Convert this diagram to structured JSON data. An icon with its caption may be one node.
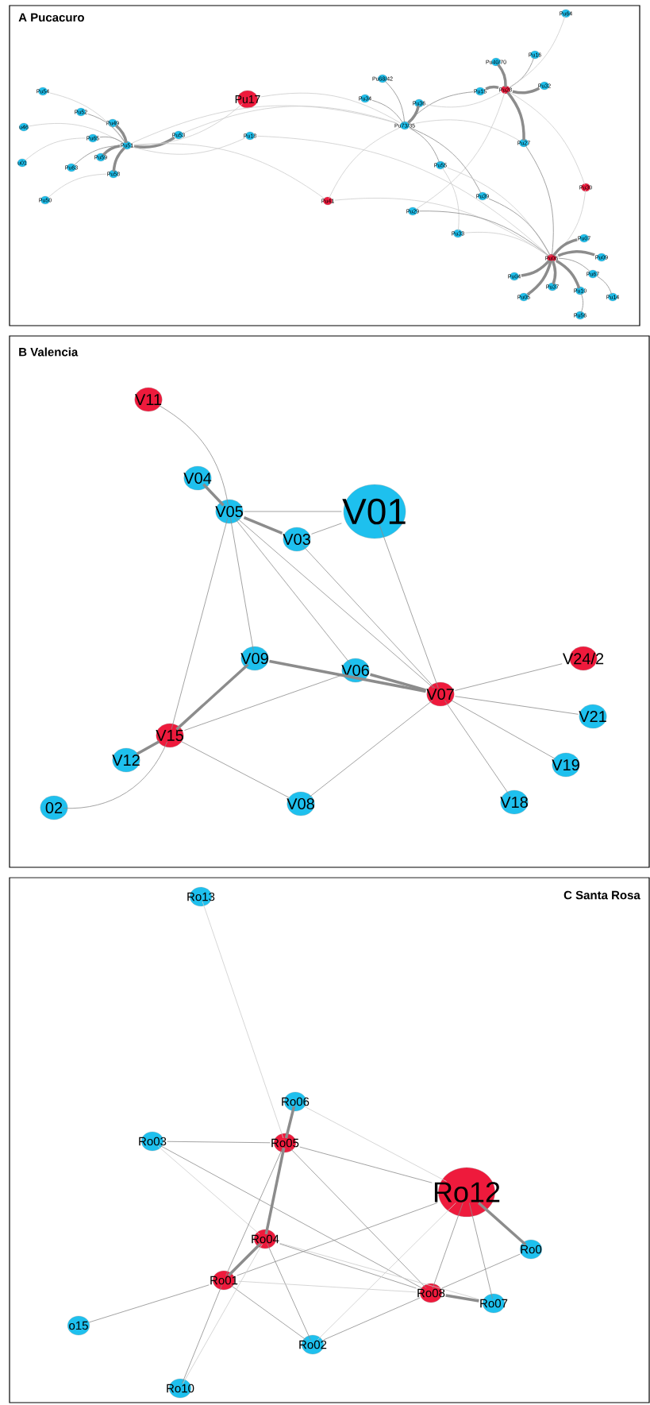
{
  "diagram": {
    "nodes": [
      {
        "text": [
          "A Pucacuro"
        ]
      },
      {
        "text": [
          "Pu54"
        ],
        "in": 0
      },
      {
        "text": [
          "Pu52"
        ],
        "in": 0
      },
      {
        "text": [
          "u46"
        ],
        "in": 0
      },
      {
        "text": [
          "Pu49"
        ],
        "in": 0
      },
      {
        "text": [
          "Pu65"
        ],
        "in": 0
      },
      {
        "text": [
          "Pu51"
        ],
        "in": 0
      },
      {
        "text": [
          "Pu53"
        ],
        "in": 0
      },
      {
        "text": [
          "Pu17"
        ],
        "in": 0
      },
      {
        "text": [
          "Pu18"
        ],
        "in": 0
      },
      {
        "text": [
          "u01"
        ],
        "in": 0
      },
      {
        "text": [
          "Pu59"
        ],
        "in": 0
      },
      {
        "text": [
          "Pu63"
        ],
        "in": 0
      },
      {
        "text": [
          "Pu58"
        ],
        "in": 0
      },
      {
        "text": [
          "Pu50"
        ],
        "in": 0
      },
      {
        "text": [
          "Pu41"
        ],
        "in": 0
      },
      {
        "text": [
          "Pu64"
        ],
        "in": 0
      },
      {
        "text": [
          "Pu16"
        ],
        "in": 0
      },
      {
        "text": [
          "Pu40/70"
        ],
        "in": 0
      },
      {
        "text": [
          "Pu68/42"
        ],
        "in": 0
      },
      {
        "text": [
          "Pu34"
        ],
        "in": 0
      },
      {
        "text": [
          "Pu36"
        ],
        "in": 0
      },
      {
        "text": [
          "Pu15"
        ],
        "in": 0
      },
      {
        "text": [
          "Pu28"
        ],
        "in": 0
      },
      {
        "text": [
          "Pu32"
        ],
        "in": 0
      },
      {
        "text": [
          "Pu73/35"
        ],
        "in": 0
      },
      {
        "text": [
          "Pu27"
        ],
        "in": 0
      },
      {
        "text": [
          "Pu55"
        ],
        "in": 0
      },
      {
        "text": [
          "Pu39"
        ],
        "in": 0
      },
      {
        "text": [
          "Pu30"
        ],
        "in": 0
      },
      {
        "text": [
          "Pu29"
        ],
        "in": 0
      },
      {
        "text": [
          "Pu33"
        ],
        "in": 0
      },
      {
        "text": [
          "Pu07"
        ],
        "in": 0
      },
      {
        "text": [
          "Pu06"
        ],
        "in": 0
      },
      {
        "text": [
          "Pu09"
        ],
        "in": 0
      },
      {
        "text": [
          "Pu04"
        ],
        "in": 0
      },
      {
        "text": [
          "Pu67"
        ],
        "in": 0
      },
      {
        "text": [
          "Pu37"
        ],
        "in": 0
      },
      {
        "text": [
          "Pu10"
        ],
        "in": 0
      },
      {
        "text": [
          "Pu05"
        ],
        "in": 0
      },
      {
        "text": [
          "Pu14"
        ],
        "in": 0
      },
      {
        "text": [
          "Pu56"
        ],
        "in": 0
      },
      {
        "text": [
          "B Valencia"
        ]
      },
      {
        "text": [
          "V11"
        ],
        "in": 42
      },
      {
        "text": [
          "V04"
        ],
        "in": 42
      },
      {
        "text": [
          "V05"
        ],
        "in": 42
      },
      {
        "text": [
          "V01"
        ],
        "in": 42
      },
      {
        "text": [
          "V03"
        ],
        "in": 42
      },
      {
        "text": [
          "V09"
        ],
        "in": 42
      },
      {
        "text": [
          "V06"
        ],
        "in": 42
      },
      {
        "text": [
          "V24/2"
        ],
        "in": 42
      },
      {
        "text": [
          "V07"
        ],
        "in": 42
      },
      {
        "text": [
          "V21"
        ],
        "in": 42
      },
      {
        "text": [
          "V15"
        ],
        "in": 42
      },
      {
        "text": [
          "V12"
        ],
        "in": 42
      },
      {
        "text": [
          "V19"
        ],
        "in": 42
      },
      {
        "text": [
          "02"
        ],
        "in": 42
      },
      {
        "text": [
          "V08"
        ],
        "in": 42
      },
      {
        "text": [
          "V18"
        ],
        "in": 42
      },
      {
        "text": [
          "C Santa Rosa"
        ]
      },
      {
        "text": [
          "Ro13"
        ],
        "in": 59
      },
      {
        "text": [
          "Ro06"
        ],
        "in": 59
      },
      {
        "text": [
          "Ro03"
        ],
        "in": 59
      },
      {
        "text": [
          "Ro05"
        ],
        "in": 59
      },
      {
        "text": [
          "Ro12"
        ],
        "in": 59
      },
      {
        "text": [
          "Ro04"
        ],
        "in": 59
      },
      {
        "text": [
          "Ro0"
        ],
        "in": 59
      },
      {
        "text": [
          "Ro01"
        ],
        "in": 59
      },
      {
        "text": [
          "Ro08"
        ],
        "in": 59
      },
      {
        "text": [
          "Ro07"
        ],
        "in": 59
      },
      {
        "text": [
          "o15"
        ],
        "in": 59
      },
      {
        "text": [
          "Ro02"
        ],
        "in": 59
      },
      {
        "text": [
          "Ro10"
        ],
        "in": 59
      }
    ],
    "edges": [
      {
        "from": 1,
        "to": 6,
        "arrow": "none",
        "color": "#cccccc"
      },
      {
        "from": 2,
        "to": 6,
        "arrow": "none"
      },
      {
        "from": 3,
        "to": 6,
        "arrow": "none",
        "color": "#cccccc"
      },
      {
        "from": 4,
        "to": 6,
        "arrow": "none",
        "style": "thick"
      },
      {
        "from": 5,
        "to": 6,
        "arrow": "none"
      },
      {
        "from": 10,
        "to": 5,
        "arrow": "none",
        "color": "#cccccc"
      },
      {
        "from": 11,
        "to": 6,
        "arrow": "none",
        "style": "thick"
      },
      {
        "from": 12,
        "to": 6,
        "arrow": "none"
      },
      {
        "from": 13,
        "to": 6,
        "arrow": "none",
        "style": "thick"
      },
      {
        "from": 14,
        "to": 13,
        "arrow": "none",
        "color": "#cccccc"
      },
      {
        "from": 7,
        "to": 6,
        "arrow": "none",
        "style": "thick"
      },
      {
        "from": 8,
        "to": 6,
        "arrow": "none",
        "color": "#cccccc"
      },
      {
        "from": 8,
        "to": 25,
        "arrow": "none",
        "color": "#cccccc"
      },
      {
        "from": 9,
        "to": 6,
        "arrow": "none",
        "color": "#cccccc"
      },
      {
        "from": 9,
        "to": 33,
        "arrow": "none",
        "color": "#cccccc"
      },
      {
        "from": 6,
        "to": 25,
        "arrow": "none",
        "color": "#cccccc"
      },
      {
        "from": 7,
        "to": 25,
        "arrow": "none",
        "color": "#cccccc"
      },
      {
        "from": 6,
        "to": 15,
        "arrow": "none",
        "color": "#cccccc"
      },
      {
        "from": 15,
        "to": 25,
        "arrow": "none",
        "color": "#cccccc"
      },
      {
        "from": 15,
        "to": 33,
        "arrow": "none",
        "color": "#cccccc"
      },
      {
        "from": 19,
        "to": 25,
        "arrow": "none"
      },
      {
        "from": 20,
        "to": 25,
        "arrow": "none"
      },
      {
        "from": 21,
        "to": 25,
        "arrow": "none",
        "style": "thick"
      },
      {
        "from": 25,
        "to": 22,
        "arrow": "none"
      },
      {
        "from": 22,
        "to": 23,
        "arrow": "none",
        "style": "thick"
      },
      {
        "from": 18,
        "to": 23,
        "arrow": "none",
        "style": "thick"
      },
      {
        "from": 17,
        "to": 23,
        "arrow": "none"
      },
      {
        "from": 24,
        "to": 23,
        "arrow": "none",
        "style": "thick"
      },
      {
        "from": 16,
        "to": 23,
        "arrow": "none",
        "color": "#cccccc"
      },
      {
        "from": 23,
        "to": 26,
        "arrow": "none",
        "style": "thick"
      },
      {
        "from": 26,
        "to": 33,
        "arrow": "none"
      },
      {
        "from": 23,
        "to": 29,
        "arrow": "none",
        "color": "#cccccc"
      },
      {
        "from": 29,
        "to": 33,
        "arrow": "none",
        "color": "#cccccc"
      },
      {
        "from": 23,
        "to": 21,
        "arrow": "none",
        "color": "#cccccc"
      },
      {
        "from": 23,
        "to": 30,
        "arrow": "none",
        "color": "#cccccc"
      },
      {
        "from": 25,
        "to": 27,
        "arrow": "none"
      },
      {
        "from": 25,
        "to": 28,
        "arrow": "none"
      },
      {
        "from": 25,
        "to": 26,
        "arrow": "none",
        "color": "#cccccc"
      },
      {
        "from": 27,
        "to": 33,
        "arrow": "none",
        "color": "#cccccc"
      },
      {
        "from": 27,
        "to": 31,
        "arrow": "none",
        "color": "#cccccc"
      },
      {
        "from": 28,
        "to": 33,
        "arrow": "none"
      },
      {
        "from": 30,
        "to": 33,
        "arrow": "none"
      },
      {
        "from": 31,
        "to": 33,
        "arrow": "none",
        "color": "#cccccc"
      },
      {
        "from": 33,
        "to": 32,
        "arrow": "none",
        "style": "thick"
      },
      {
        "from": 33,
        "to": 34,
        "arrow": "none",
        "style": "thick"
      },
      {
        "from": 33,
        "to": 35,
        "arrow": "none",
        "style": "thick"
      },
      {
        "from": 33,
        "to": 37,
        "arrow": "none",
        "style": "thick"
      },
      {
        "from": 33,
        "to": 38,
        "arrow": "none",
        "style": "thick"
      },
      {
        "from": 33,
        "to": 39,
        "arrow": "none",
        "style": "thick"
      },
      {
        "from": 33,
        "to": 36,
        "arrow": "none"
      },
      {
        "from": 36,
        "to": 40,
        "arrow": "none"
      },
      {
        "from": 38,
        "to": 41,
        "arrow": "none"
      },
      {
        "from": 43,
        "to": 45,
        "arrow": "none"
      },
      {
        "from": 44,
        "to": 45,
        "arrow": "none",
        "style": "thick"
      },
      {
        "from": 45,
        "to": 47,
        "arrow": "none",
        "style": "thick"
      },
      {
        "from": 45,
        "to": 46,
        "arrow": "none"
      },
      {
        "from": 47,
        "to": 46,
        "arrow": "none"
      },
      {
        "from": 45,
        "to": 53,
        "arrow": "none"
      },
      {
        "from": 45,
        "to": 48,
        "arrow": "none"
      },
      {
        "from": 45,
        "to": 49,
        "arrow": "none"
      },
      {
        "from": 45,
        "to": 51,
        "arrow": "none"
      },
      {
        "from": 47,
        "to": 51,
        "arrow": "none"
      },
      {
        "from": 46,
        "to": 51,
        "arrow": "none"
      },
      {
        "from": 48,
        "to": 53,
        "arrow": "none",
        "style": "thick"
      },
      {
        "from": 48,
        "to": 51,
        "arrow": "none",
        "style": "thick"
      },
      {
        "from": 49,
        "to": 51,
        "arrow": "none",
        "style": "thick"
      },
      {
        "from": 53,
        "to": 49,
        "arrow": "none"
      },
      {
        "from": 54,
        "to": 53,
        "arrow": "none",
        "style": "thick"
      },
      {
        "from": 56,
        "to": 53,
        "arrow": "none"
      },
      {
        "from": 53,
        "to": 57,
        "arrow": "none"
      },
      {
        "from": 57,
        "to": 51,
        "arrow": "none"
      },
      {
        "from": 51,
        "to": 50,
        "arrow": "none"
      },
      {
        "from": 51,
        "to": 52,
        "arrow": "none"
      },
      {
        "from": 51,
        "to": 55,
        "arrow": "none"
      },
      {
        "from": 51,
        "to": 58,
        "arrow": "none"
      },
      {
        "from": 60,
        "to": 63,
        "arrow": "none",
        "color": "#cccccc"
      },
      {
        "from": 61,
        "to": 63,
        "arrow": "none",
        "style": "thick"
      },
      {
        "from": 61,
        "to": 64,
        "arrow": "none",
        "color": "#cccccc"
      },
      {
        "from": 62,
        "to": 63,
        "arrow": "none"
      },
      {
        "from": 62,
        "to": 68,
        "arrow": "none"
      },
      {
        "from": 62,
        "to": 65,
        "arrow": "none",
        "color": "#cccccc"
      },
      {
        "from": 63,
        "to": 64,
        "arrow": "none"
      },
      {
        "from": 63,
        "to": 65,
        "arrow": "none",
        "style": "thick"
      },
      {
        "from": 63,
        "to": 67,
        "arrow": "none"
      },
      {
        "from": 63,
        "to": 68,
        "arrow": "none"
      },
      {
        "from": 65,
        "to": 67,
        "arrow": "none",
        "style": "thick"
      },
      {
        "from": 65,
        "to": 68,
        "arrow": "none"
      },
      {
        "from": 65,
        "to": 71,
        "arrow": "none"
      },
      {
        "from": 65,
        "to": 69,
        "arrow": "none",
        "color": "#cccccc"
      },
      {
        "from": 67,
        "to": 64,
        "arrow": "none"
      },
      {
        "from": 67,
        "to": 71,
        "arrow": "none"
      },
      {
        "from": 67,
        "to": 70,
        "arrow": "none"
      },
      {
        "from": 67,
        "to": 72,
        "arrow": "none"
      },
      {
        "from": 72,
        "to": 65,
        "arrow": "none",
        "color": "#cccccc"
      },
      {
        "from": 67,
        "to": 68,
        "arrow": "none",
        "color": "#cccccc"
      },
      {
        "from": 64,
        "to": 66,
        "arrow": "none",
        "style": "thick"
      },
      {
        "from": 64,
        "to": 68,
        "arrow": "none"
      },
      {
        "from": 64,
        "to": 69,
        "arrow": "none"
      },
      {
        "from": 64,
        "to": 71,
        "arrow": "none",
        "color": "#cccccc"
      },
      {
        "from": 68,
        "to": 69,
        "arrow": "none",
        "style": "thick"
      },
      {
        "from": 68,
        "to": 66,
        "arrow": "none"
      },
      {
        "from": 68,
        "to": 71,
        "arrow": "none"
      }
    ]
  }
}
